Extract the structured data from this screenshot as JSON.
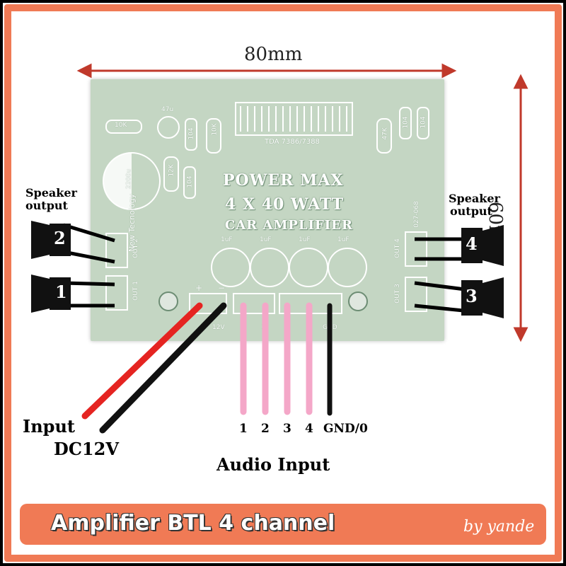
{
  "dimensions": {
    "width_label": "80mm",
    "height_label": "60mm"
  },
  "board": {
    "title": "POWER MAX",
    "subtitle": "4 X 40 WATT",
    "subtitle2": "CAR AMPLIFIER",
    "chip_label": "TDA 7386/7388",
    "brand_label": "New Tecnology",
    "code_label": "027-068",
    "power_text": "12V",
    "plus_sign": "+",
    "minus_sign": "−",
    "resistor_labels": [
      "10K",
      "10K",
      "12K",
      "47K"
    ],
    "cap_labels": [
      "47u",
      "2200u",
      "104",
      "104",
      "104",
      "104"
    ],
    "input_cap_labels": [
      "1uF",
      "1uF",
      "1uF",
      "1uF"
    ],
    "connector_labels": [
      "OUT 2",
      "OUT 1",
      "OUT 4",
      "OUT 3"
    ],
    "terminal_labels": [
      "1",
      "2",
      "3",
      "4",
      "GND"
    ]
  },
  "labels": {
    "speaker_output_left": [
      "Speaker",
      "output"
    ],
    "speaker_output_right": [
      "Speaker",
      "output"
    ],
    "speaker_numbers": [
      "2",
      "1",
      "4",
      "3"
    ],
    "input_label": "Input",
    "dc_label": "DC12V",
    "audio_numbers": [
      "1",
      "2",
      "3",
      "4"
    ],
    "gnd_label": "GND/0",
    "audio_input": "Audio Input"
  },
  "banner": {
    "title": "Amplifier BTL 4 channel",
    "signature": "by yande"
  },
  "colors": {
    "frame": "#f07a55",
    "board": "#c4d6c3",
    "wire_red": "#e52421",
    "wire_black": "#111111",
    "wire_pink": "#f4a7c8"
  }
}
